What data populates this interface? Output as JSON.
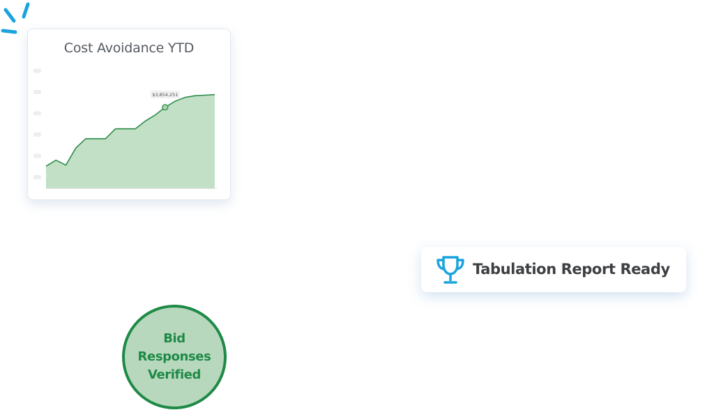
{
  "chart_data": {
    "type": "area",
    "title": "Cost Avoidance YTD",
    "x": [
      0,
      1,
      2,
      3,
      4,
      5,
      6,
      7,
      8,
      9,
      10,
      11,
      12,
      13,
      14,
      15,
      16,
      17
    ],
    "values": [
      0.4,
      0.51,
      0.42,
      0.73,
      0.9,
      0.9,
      0.9,
      1.08,
      1.08,
      1.08,
      1.22,
      1.33,
      1.47,
      1.58,
      1.65,
      1.68,
      1.69,
      1.7
    ],
    "annotation": {
      "index": 12,
      "label": "$3,854,251"
    },
    "ylim": [
      0,
      2
    ],
    "grid": false,
    "y_tick_labels_placeholder": true,
    "colors": {
      "line": "#2e8b4a",
      "fill": "#c2e0c6",
      "marker_fill": "#a9d5ae"
    }
  },
  "notification": {
    "text": "Tabulation Report Ready",
    "icon": "trophy-icon",
    "icon_color": "#1aa3dd"
  },
  "badge": {
    "line1": "Bid",
    "line2": "Responses",
    "line3": "Verified",
    "color": "#1e8a47",
    "fill": "#b8d8bd"
  },
  "sparkle": {
    "icon": "sparkle-icon",
    "color": "#1aa3dd"
  }
}
